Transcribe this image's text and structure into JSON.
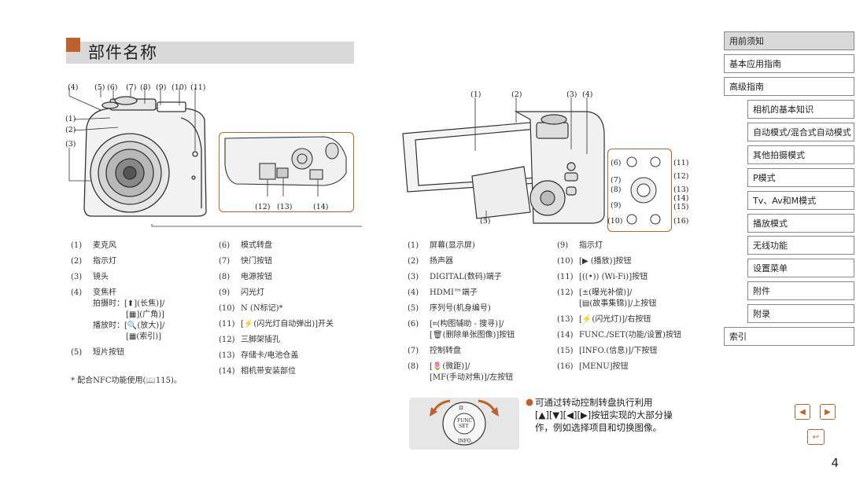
{
  "title": "部件名称",
  "front_top_labels": [
    "(4)",
    "(5)",
    "(6)",
    "(7)",
    "(8)",
    "(9)",
    "(10)",
    "(11)"
  ],
  "front_side_labels": [
    "(1)",
    "(2)",
    "(3)"
  ],
  "bottom_labels": [
    "(12)",
    "(13)",
    "(14)"
  ],
  "back_top_labels": [
    "(1)",
    "(2)",
    "(3)",
    "(4)"
  ],
  "back_bottom_label": "(5)",
  "dial_left_labels": [
    "(6)",
    "(7)",
    "(8)",
    "(9)",
    "(10)"
  ],
  "dial_right_labels": [
    "(11)",
    "(12)",
    "(13)",
    "(14)",
    "(15)",
    "(16)"
  ],
  "front_parts_col1": [
    {
      "n": "(1)",
      "t": "麦克风"
    },
    {
      "n": "(2)",
      "t": "指示灯"
    },
    {
      "n": "(3)",
      "t": "镜头"
    },
    {
      "n": "(4)",
      "t": "变焦杆"
    },
    {
      "n": "",
      "t": "拍摄时：[⬆](长焦)]/"
    },
    {
      "n": "",
      "t": "[▦](广角)]"
    },
    {
      "n": "",
      "t": "播放时：[🔍(放大)]/"
    },
    {
      "n": "",
      "t": "[▦(索引)]"
    },
    {
      "n": "(5)",
      "t": "短片按钮"
    }
  ],
  "front_parts_col2": [
    {
      "n": "(6)",
      "t": "模式转盘"
    },
    {
      "n": "(7)",
      "t": "快门按钮"
    },
    {
      "n": "(8)",
      "t": "电源按钮"
    },
    {
      "n": "(9)",
      "t": "闪光灯"
    },
    {
      "n": "(10)",
      "t": "N (N标记)*"
    },
    {
      "n": "(11)",
      "t": "[⚡(闪光灯自动弹出)]开关"
    },
    {
      "n": "(12)",
      "t": "三脚架插孔"
    },
    {
      "n": "(13)",
      "t": "存储卡/电池仓盖"
    },
    {
      "n": "(14)",
      "t": "相机带安装部位"
    }
  ],
  "footnote": "* 配合NFC功能使用(📖115)。",
  "back_parts_col1": [
    {
      "n": "(1)",
      "t": "屏幕(显示屏)"
    },
    {
      "n": "(2)",
      "t": "扬声器"
    },
    {
      "n": "(3)",
      "t": "DIGITAL(数码)端子"
    },
    {
      "n": "(4)",
      "t": "HDMI™端子"
    },
    {
      "n": "(5)",
      "t": "序列号(机身编号)"
    },
    {
      "n": "(6)",
      "t": "[⌗(构图辅助 - 搜寻)]/"
    },
    {
      "n": "",
      "t": "[🗑(删除单张图像)]按钮"
    },
    {
      "n": "(7)",
      "t": "控制转盘"
    },
    {
      "n": "(8)",
      "t": "[🌷(微距)]/"
    },
    {
      "n": "",
      "t": "[MF(手动对焦)]/左按钮"
    }
  ],
  "back_parts_col2": [
    {
      "n": "(9)",
      "t": "指示灯"
    },
    {
      "n": "(10)",
      "t": "[▶ (播放)]按钮"
    },
    {
      "n": "(11)",
      "t": "[((•)) (Wi-Fi)]按钮"
    },
    {
      "n": "(12)",
      "t": "[±(曝光补偿)]/"
    },
    {
      "n": "",
      "t": "[▤(故事集锦)]/上按钮"
    },
    {
      "n": "(13)",
      "t": "[⚡(闪光灯)]/右按钮"
    },
    {
      "n": "(14)",
      "t": "FUNC./SET(功能/设置)按钮"
    },
    {
      "n": "(15)",
      "t": "[INFO.(信息)]/下按钮"
    },
    {
      "n": "(16)",
      "t": "[MENU]按钮"
    }
  ],
  "note_bullet": "●",
  "note_lines": [
    "可通过转动控制转盘执行利用",
    "[▲][▼][◀][▶]按钮实现的大部分操",
    "作，例如选择项目和切换图像。"
  ],
  "dial_text": {
    "top": "⊡",
    "center1": "FUNC",
    "center2": "SET",
    "bottom": "INFO."
  },
  "sidebar": [
    {
      "label": "用前须知",
      "active": true,
      "sub": false
    },
    {
      "label": "基本应用指南",
      "active": false,
      "sub": false
    },
    {
      "label": "高级指南",
      "active": false,
      "sub": false
    },
    {
      "label": "相机的基本知识",
      "active": false,
      "sub": true
    },
    {
      "label": "自动模式/混合式自动模式",
      "active": false,
      "sub": true
    },
    {
      "label": "其他拍摄模式",
      "active": false,
      "sub": true
    },
    {
      "label": "P模式",
      "active": false,
      "sub": true
    },
    {
      "label": "Tv、Av和M模式",
      "active": false,
      "sub": true
    },
    {
      "label": "播放模式",
      "active": false,
      "sub": true
    },
    {
      "label": "无线功能",
      "active": false,
      "sub": true
    },
    {
      "label": "设置菜单",
      "active": false,
      "sub": true
    },
    {
      "label": "附件",
      "active": false,
      "sub": true
    },
    {
      "label": "附录",
      "active": false,
      "sub": true
    },
    {
      "label": "索引",
      "active": false,
      "sub": false
    }
  ],
  "page_number": "4",
  "accent": "#c0602a"
}
